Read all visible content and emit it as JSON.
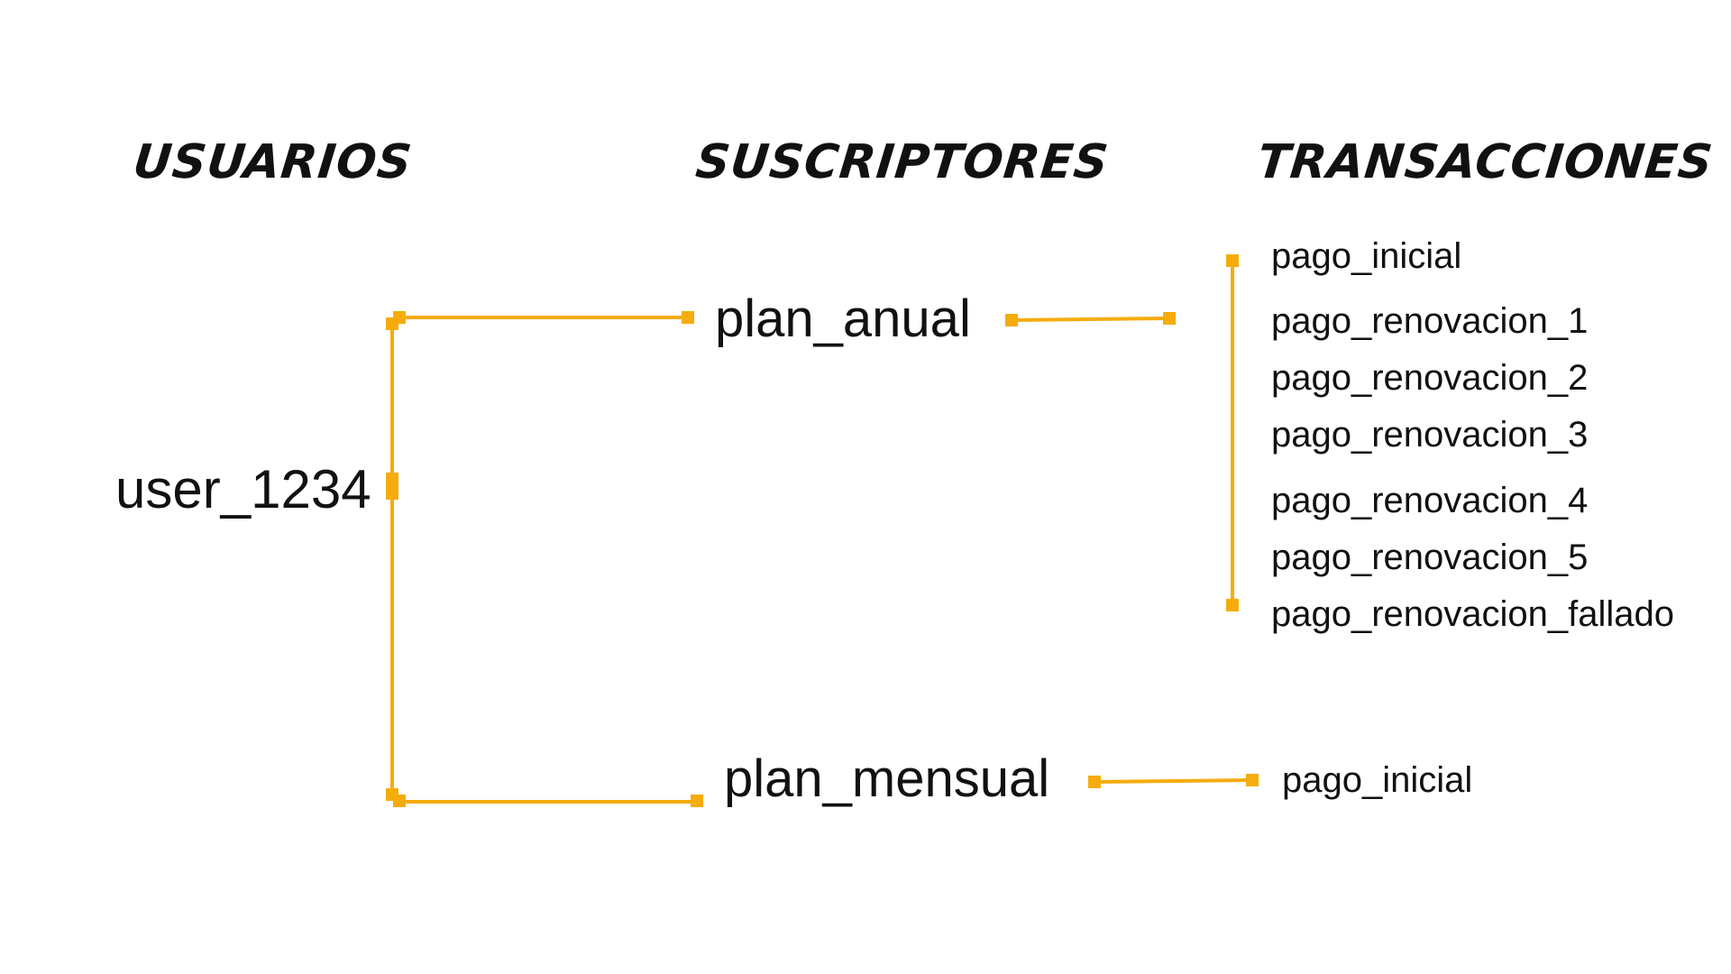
{
  "headings": {
    "usuarios": "USUARIOS",
    "suscriptores": "SUSCRIPTORES",
    "transacciones": "TRANSACCIONES"
  },
  "user": "user_1234",
  "plans": {
    "anual": "plan_anual",
    "mensual": "plan_mensual"
  },
  "transactions_anual": [
    "pago_inicial",
    "pago_renovacion_1",
    "pago_renovacion_2",
    "pago_renovacion_3",
    "pago_renovacion_4",
    "pago_renovacion_5",
    "pago_renovacion_fallado"
  ],
  "transactions_mensual": [
    "pago_inicial"
  ],
  "colors": {
    "connector": "#F5AC0C",
    "text": "#111111",
    "background": "#FFFFFF"
  }
}
